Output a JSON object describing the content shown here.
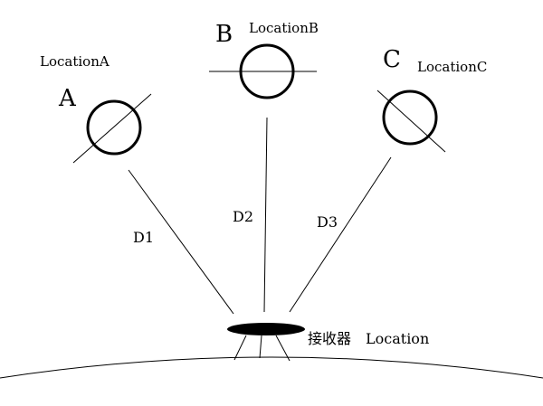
{
  "satellites": {
    "a": {
      "letter": "A",
      "location_label": "LocationA"
    },
    "b": {
      "letter": "B",
      "location_label": "LocationB"
    },
    "c": {
      "letter": "C",
      "location_label": "LocationC"
    }
  },
  "distances": {
    "d1": "D1",
    "d2": "D2",
    "d3": "D3"
  },
  "receiver": {
    "name": "接收器",
    "location_label": "Location"
  }
}
